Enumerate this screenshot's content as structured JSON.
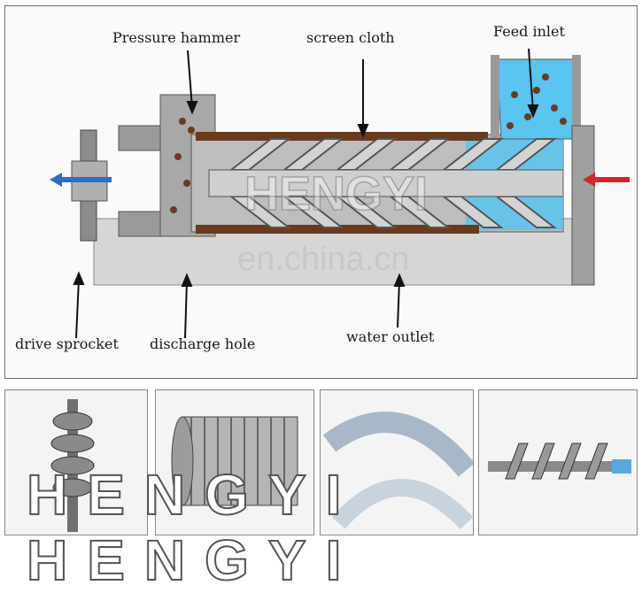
{
  "labels": {
    "pressure_hammer": "Pressure hammer",
    "screen_cloth": "screen cloth",
    "feed_inlet": "Feed inlet",
    "drive_sprocket": "drive sprocket",
    "discharge_hole": "discharge hole",
    "water_outlet": "water outlet"
  },
  "watermarks": {
    "site": "en.china.cn",
    "brand": "HENGYI",
    "brand_bottom": "HENGYI HENGYI"
  },
  "colors": {
    "arrow_out": "#2a6fc9",
    "arrow_in": "#d8232a",
    "water": "#58c6f0",
    "material": "#6b3a1e",
    "machine": "#bdbdbd"
  },
  "thumbnails": [
    {
      "icon": "screw-shaft-icon"
    },
    {
      "icon": "screen-drum-icon"
    },
    {
      "icon": "hose-coil-icon"
    },
    {
      "icon": "spiral-screw-icon"
    }
  ]
}
